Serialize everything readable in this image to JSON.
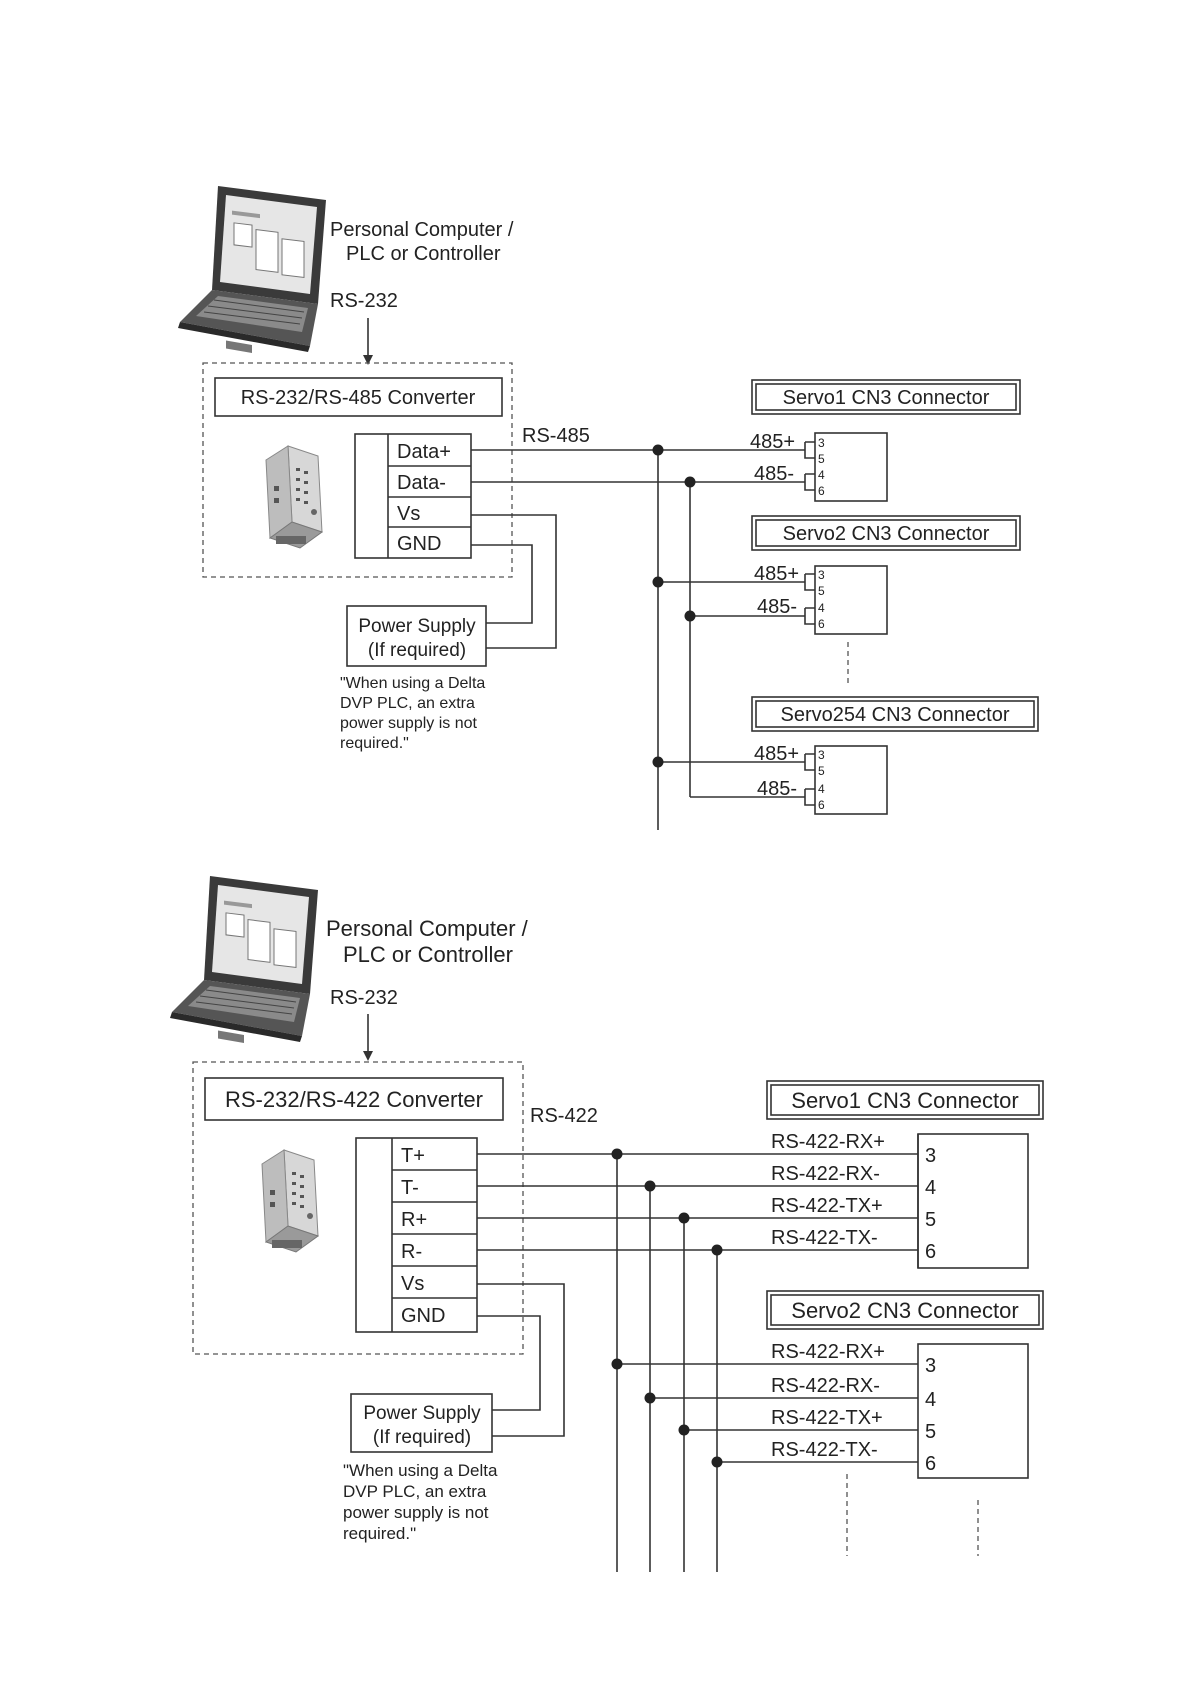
{
  "icons": {
    "laptop": "laptop-icon",
    "converter_module": "converter-module-icon"
  },
  "colors": {
    "ink": "#333333",
    "paper": "#ffffff"
  },
  "diagram1": {
    "pc_label_line1": "Personal Computer /",
    "pc_label_line2": "PLC or Controller",
    "rs232_label": "RS-232",
    "converter_title": "RS-232/RS-485 Converter",
    "terminals": [
      "Data+",
      "Data-",
      "Vs",
      "GND"
    ],
    "bus_label": "RS-485",
    "power_line1": "Power Supply",
    "power_line2": "(If required)",
    "note_lines": [
      "\"When using a Delta",
      "DVP PLC, an extra",
      "power supply is not",
      "required.\""
    ],
    "servos": [
      {
        "title": "Servo1 CN3 Connector",
        "plus": "485+",
        "minus": "485-",
        "pins": [
          "3",
          "5",
          "4",
          "6"
        ]
      },
      {
        "title": "Servo2 CN3 Connector",
        "plus": "485+",
        "minus": "485-",
        "pins": [
          "3",
          "5",
          "4",
          "6"
        ]
      },
      {
        "title": "Servo254 CN3 Connector",
        "plus": "485+",
        "minus": "485-",
        "pins": [
          "3",
          "5",
          "4",
          "6"
        ]
      }
    ]
  },
  "diagram2": {
    "pc_label_line1": "Personal Computer /",
    "pc_label_line2": "PLC or Controller",
    "rs232_label": "RS-232",
    "converter_title": "RS-232/RS-422 Converter",
    "terminals": [
      "T+",
      "T-",
      "R+",
      "R-",
      "Vs",
      "GND"
    ],
    "bus_label": "RS-422",
    "power_line1": "Power Supply",
    "power_line2": "(If required)",
    "note_lines": [
      "\"When using a Delta",
      "DVP PLC, an extra",
      "power supply is not",
      "required.\""
    ],
    "servos": [
      {
        "title": "Servo1 CN3 Connector",
        "signals": [
          "RS-422-RX+",
          "RS-422-RX-",
          "RS-422-TX+",
          "RS-422-TX-"
        ],
        "pins": [
          "3",
          "4",
          "5",
          "6"
        ]
      },
      {
        "title": "Servo2 CN3 Connector",
        "signals": [
          "RS-422-RX+",
          "RS-422-RX-",
          "RS-422-TX+",
          "RS-422-TX-"
        ],
        "pins": [
          "3",
          "4",
          "5",
          "6"
        ]
      }
    ]
  }
}
